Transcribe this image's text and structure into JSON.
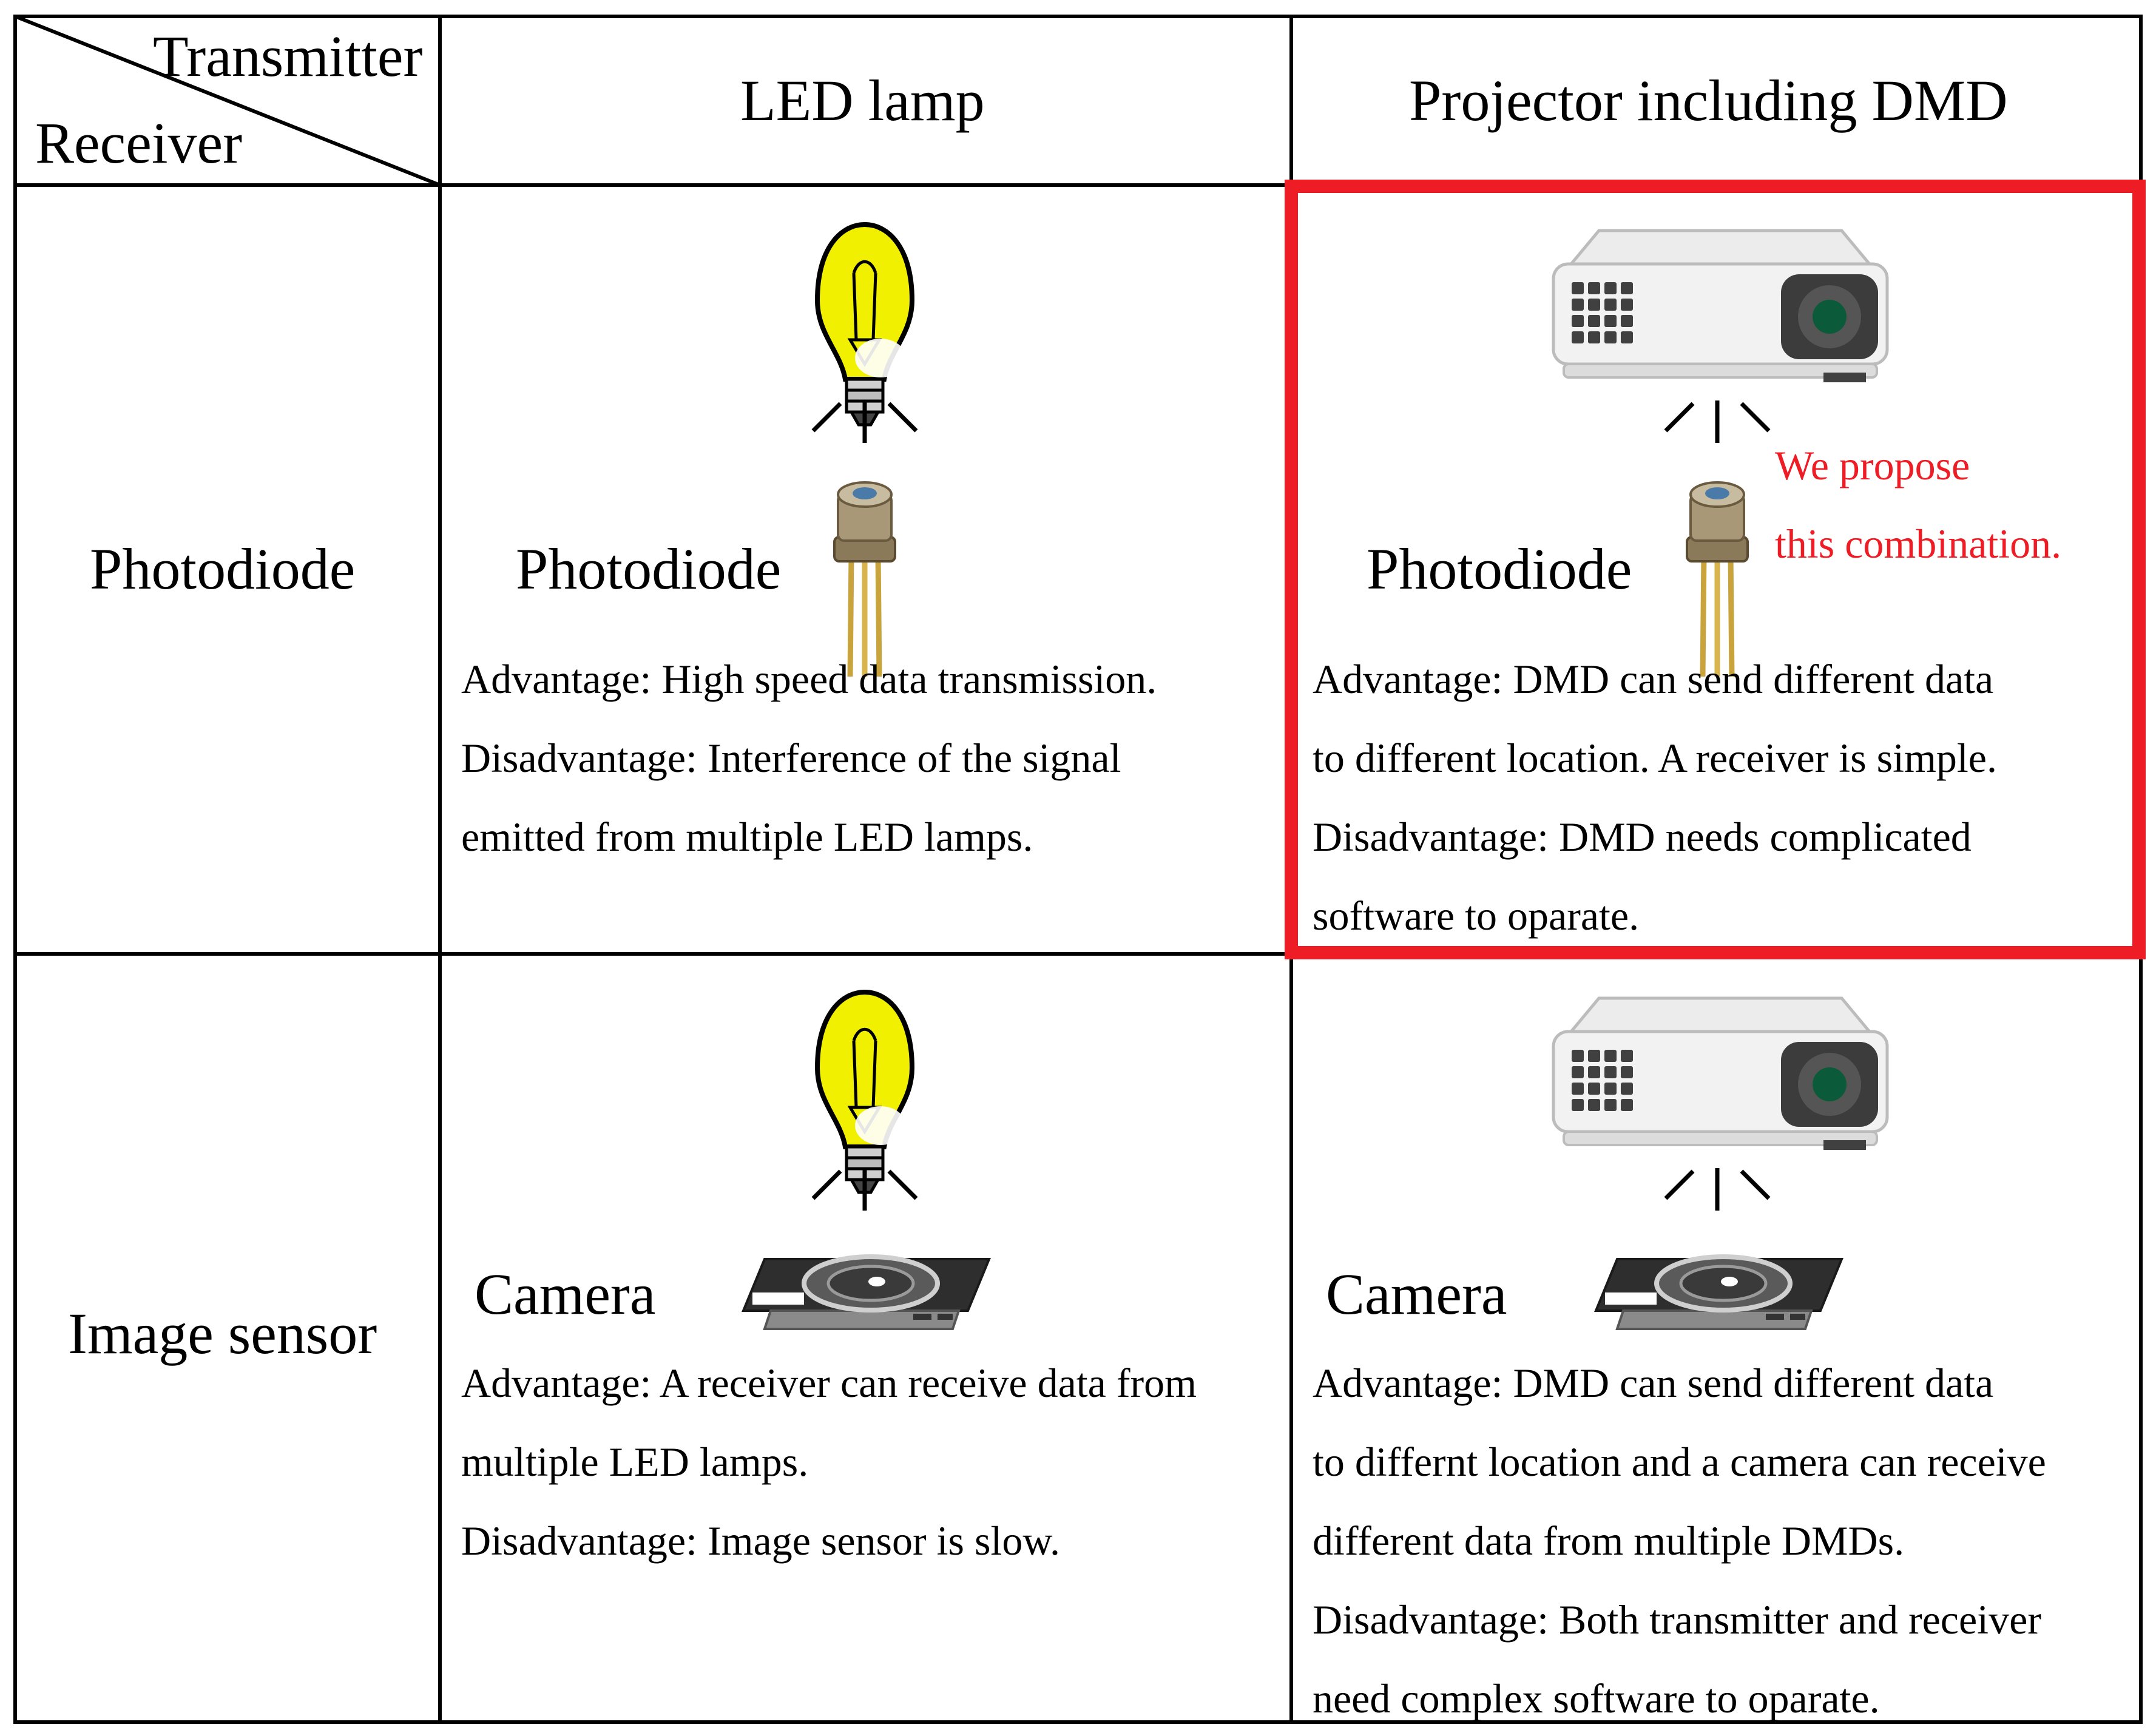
{
  "header": {
    "corner_top": "Transmitter",
    "corner_bottom": "Receiver",
    "col1": "LED lamp",
    "col2": "Projector including DMD"
  },
  "rows": {
    "row1": "Photodiode",
    "row2": "Image sensor"
  },
  "cells": {
    "pd_led": {
      "device": "Photodiode",
      "lines": [
        "Advantage: High speed data transmission.",
        "Disadvantage: Interference of the signal",
        "emitted from multiple LED lamps."
      ]
    },
    "pd_dmd": {
      "device": "Photodiode",
      "note": [
        "We propose",
        "this combination."
      ],
      "lines": [
        "Advantage: DMD can send different data",
        "to different location. A receiver is simple.",
        "Disadvantage: DMD needs complicated",
        "software to oparate."
      ]
    },
    "is_led": {
      "device": "Camera",
      "lines": [
        "Advantage: A receiver can receive data from",
        "multiple LED lamps.",
        "Disadvantage:  Image sensor is slow."
      ]
    },
    "is_dmd": {
      "device": "Camera",
      "lines": [
        "Advantage: DMD can send different data",
        "to differnt location and a camera can receive",
        "different data from multiple DMDs.",
        "Disadvantage:  Both transmitter and receiver",
        "need complex software to oparate."
      ]
    }
  },
  "icons": [
    "light-bulb-icon",
    "projector-icon",
    "photodiode-icon",
    "camera-icon",
    "light-rays-icon"
  ],
  "colors": {
    "highlight": "#ee1c25",
    "bulb": "#f0f000",
    "grid": "#000000"
  }
}
